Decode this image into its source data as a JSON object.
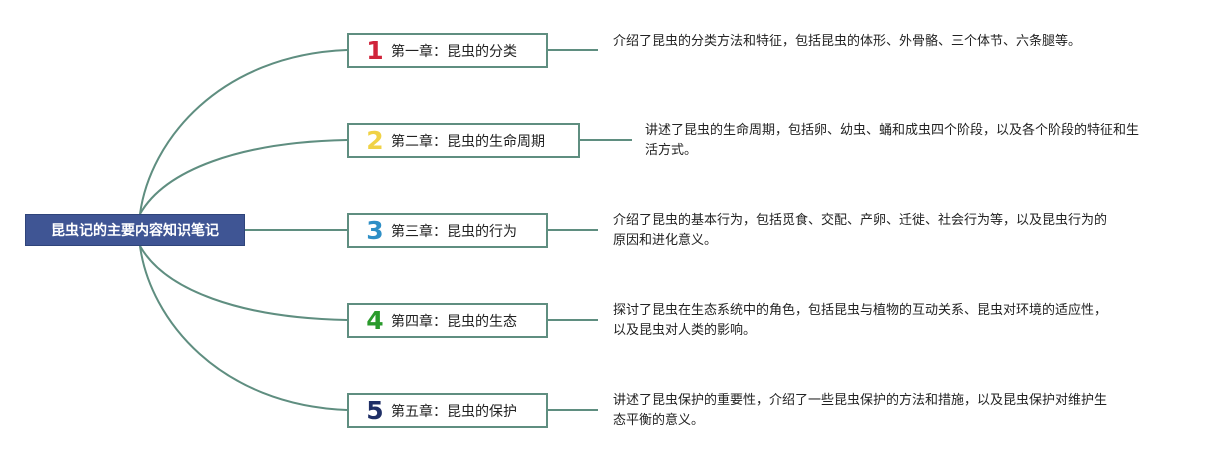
{
  "root": {
    "label": "昆虫记的主要内容知识笔记"
  },
  "colors": {
    "root_fill": "#3f5594",
    "connector": "#5f8e80",
    "num1": "#d0243a",
    "num2": "#f0d246",
    "num3": "#2e8fc6",
    "num4": "#2a9a2c",
    "num5": "#1f2f66"
  },
  "chapters": [
    {
      "number": "1",
      "title": "第一章：昆虫的分类",
      "description": "介绍了昆虫的分类方法和特征，包括昆虫的体形、外骨骼、三个体节、六条腿等。"
    },
    {
      "number": "2",
      "title": "第二章：昆虫的生命周期",
      "description": "讲述了昆虫的生命周期，包括卵、幼虫、蛹和成虫四个阶段，以及各个阶段的特征和生活方式。"
    },
    {
      "number": "3",
      "title": "第三章：昆虫的行为",
      "description": "介绍了昆虫的基本行为，包括觅食、交配、产卵、迁徙、社会行为等，以及昆虫行为的原因和进化意义。"
    },
    {
      "number": "4",
      "title": "第四章：昆虫的生态",
      "description": "探讨了昆虫在生态系统中的角色，包括昆虫与植物的互动关系、昆虫对环境的适应性，以及昆虫对人类的影响。"
    },
    {
      "number": "5",
      "title": "第五章：昆虫的保护",
      "description": "讲述了昆虫保护的重要性，介绍了一些昆虫保护的方法和措施，以及昆虫保护对维护生态平衡的意义。"
    }
  ]
}
